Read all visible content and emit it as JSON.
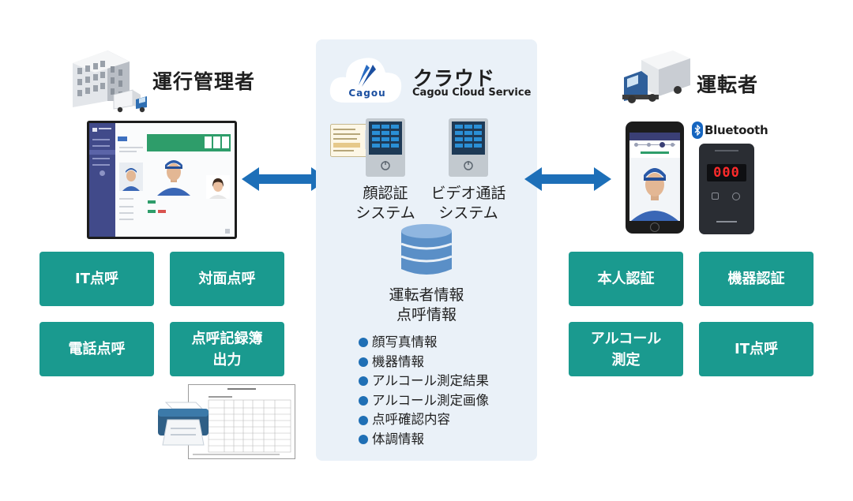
{
  "colors": {
    "teal_box": "#1a9a8f",
    "arrow_blue": "#1d6fb8",
    "panel_bg": "#eaf1f8",
    "bullet": "#1f6fb5",
    "bluetooth": "#1565c0"
  },
  "manager": {
    "title": "運行管理者",
    "functions": [
      "IT点呼",
      "対面点呼",
      "電話点呼",
      "点呼記録簿\n出力"
    ]
  },
  "cloud": {
    "title": "クラウド",
    "subtitle": "Cagou Cloud Service",
    "logo_text": "Cagou",
    "face_system": "顔認証\nシステム",
    "video_system": "ビデオ通話\nシステム",
    "db_label": "運転者情報\n点呼情報",
    "info_items": [
      "顔写真情報",
      "機器情報",
      "アルコール測定結果",
      "アルコール測定画像",
      "点呼確認内容",
      "体調情報"
    ]
  },
  "driver": {
    "title": "運転者",
    "bluetooth_label": "Bluetooth",
    "breathalyzer_reading": "000",
    "functions": [
      "本人認証",
      "機器認証",
      "アルコール\n測定",
      "IT点呼"
    ]
  },
  "icons": {
    "building": "office-building-icon",
    "truck_small": "small-truck-icon",
    "truck": "delivery-truck-icon",
    "cloud": "cloud-icon",
    "server": "server-icon",
    "database": "database-icon",
    "smartphone": "smartphone-icon",
    "breathalyzer": "breathalyzer-icon",
    "printer": "printer-icon",
    "bluetooth": "bluetooth-icon"
  }
}
